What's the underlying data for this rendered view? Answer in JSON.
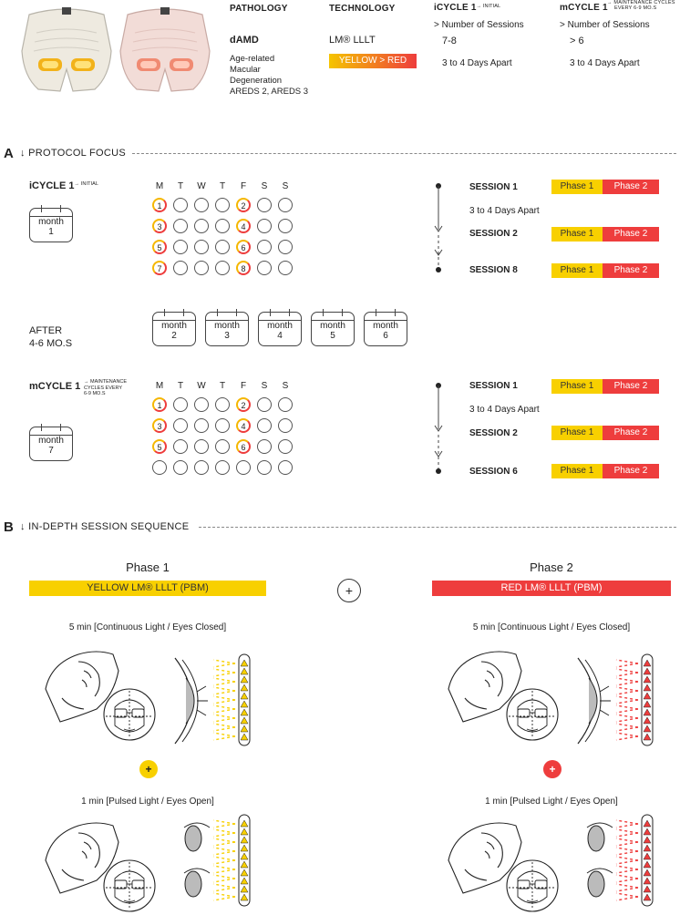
{
  "top": {
    "headers": {
      "pathology": "PATHOLOGY",
      "technology": "TECHNOLOGY",
      "icycle": "iCYCLE 1",
      "icycle_sup": "→ INITIAL",
      "mcycle": "mCYCLE 1",
      "mcycle_sup1": "→ MAINTENANCE CYCLES",
      "mcycle_sup2": "EVERY 6-9 MO.S"
    },
    "pathology_name": "dAMD",
    "pathology_desc": [
      "Age-related",
      "Macular",
      "Degeneration",
      "AREDS 2, AREDS 3"
    ],
    "technology_name": "LM® LLLT",
    "technology_bar": "YELLOW > RED",
    "sessions_label": "> Number of Sessions",
    "icycle_sessions": "7-8",
    "mcycle_sessions": "> 6",
    "apart": "3 to 4 Days Apart"
  },
  "sectionA": {
    "letter": "A",
    "title": "↓ PROTOCOL FOCUS",
    "icycle_label": "iCYCLE 1",
    "icycle_sup": "→ INITIAL",
    "mcycle_label": "mCYCLE 1",
    "mcycle_sup": [
      "→ MAINTENANCE",
      "CYCLES EVERY",
      "6-9 MO.S"
    ],
    "days": [
      "M",
      "T",
      "W",
      "T",
      "F",
      "S",
      "S"
    ],
    "month_word": "month",
    "icycle_month": "1",
    "mcycle_month": "7",
    "after_label": [
      "AFTER",
      "4-6 MO.S"
    ],
    "after_months": [
      "2",
      "3",
      "4",
      "5",
      "6"
    ],
    "icycle_grid": [
      [
        "1",
        "",
        "",
        "",
        "2",
        "",
        ""
      ],
      [
        "3",
        "",
        "",
        "",
        "4",
        "",
        ""
      ],
      [
        "5",
        "",
        "",
        "",
        "6",
        "",
        ""
      ],
      [
        "7",
        "",
        "",
        "",
        "8",
        "",
        ""
      ]
    ],
    "mcycle_grid": [
      [
        "1",
        "",
        "",
        "",
        "2",
        "",
        ""
      ],
      [
        "3",
        "",
        "",
        "",
        "4",
        "",
        ""
      ],
      [
        "5",
        "",
        "",
        "",
        "6",
        "",
        ""
      ],
      [
        "",
        "",
        "",
        "",
        "",
        "",
        ""
      ]
    ],
    "icycle_sessions": [
      "SESSION 1",
      "SESSION 2",
      "SESSION 8"
    ],
    "mcycle_sessions": [
      "SESSION 1",
      "SESSION 2",
      "SESSION 6"
    ],
    "apart": "3 to 4 Days Apart",
    "phase1": "Phase 1",
    "phase2": "Phase 2"
  },
  "sectionB": {
    "letter": "B",
    "title": "↓ IN-DEPTH SESSION SEQUENCE",
    "phase1_title": "Phase 1",
    "phase2_title": "Phase 2",
    "phase1_bar": "YELLOW LM® LLLT (PBM)",
    "phase2_bar": "RED LM® LLLT (PBM)",
    "plus": "+",
    "step1": "5 min [Continuous Light / Eyes Closed]",
    "step2": "1 min [Pulsed Light / Eyes Open]"
  },
  "colors": {
    "yellow": "#f8d000",
    "red": "#ee3d3d",
    "text": "#222222"
  }
}
